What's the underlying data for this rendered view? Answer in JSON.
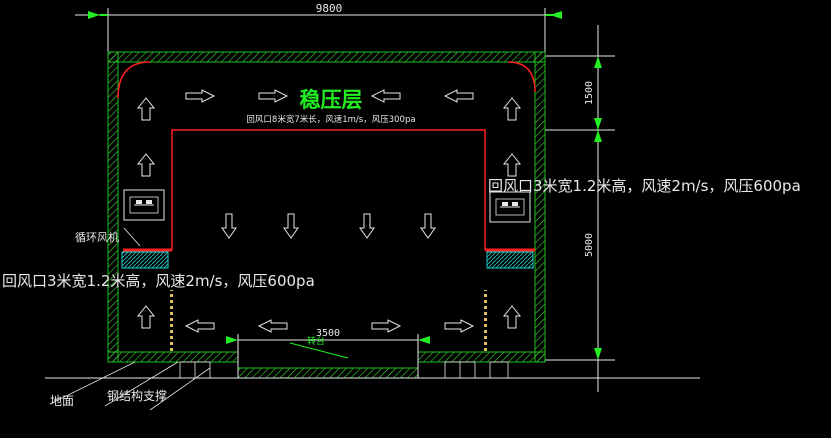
{
  "dimensions": {
    "total_width": "9800",
    "inner_width": "3500",
    "upper_height": "1500",
    "lower_height": "5000"
  },
  "labels": {
    "title": "稳压层",
    "title_note": "回风口8米宽7米长，风速1m/s，风压300pa",
    "return_right": "回风口3米宽1.2米高，风速2m/s，风压600pa",
    "return_left": "回风口3米宽1.2米高，风速2m/s，风压600pa",
    "fan": "循环风机",
    "platform": "转台",
    "ground": "地面",
    "steel": "钢结构支撑"
  },
  "colors": {
    "wall_green": "#20c020",
    "hatch_green": "#3ad63a",
    "red_line": "#ff2020",
    "fan_cyan": "#20d0d0",
    "dim_green": "#33ee33"
  }
}
